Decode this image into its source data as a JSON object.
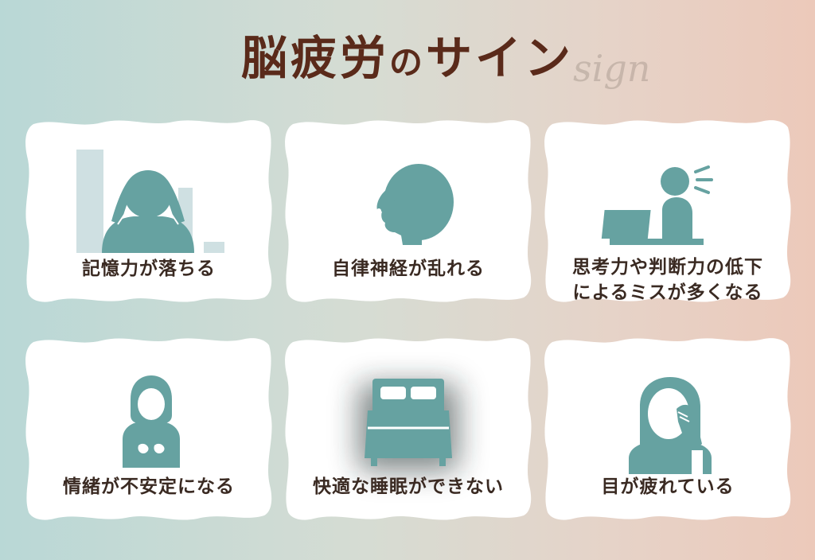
{
  "title": {
    "main_a": "脳疲労",
    "no": "の",
    "main_b": "サイン",
    "script": "sign"
  },
  "colors": {
    "title": "#5a2a1a",
    "icon": "#66a2a1",
    "card": "#ffffff",
    "text": "#3a2a22"
  },
  "cards": [
    {
      "label": "記憶力が落ちる",
      "icon": "head-holding-person-icon"
    },
    {
      "label": "自律神経が乱れる",
      "icon": "head-profile-icon"
    },
    {
      "label_lines": [
        "思考力や判断力の低下",
        "によるミスが多くなる"
      ],
      "icon": "person-at-laptop-icon"
    },
    {
      "label": "情緒が不安定になる",
      "icon": "woman-hands-on-chest-icon"
    },
    {
      "label": "快適な睡眠ができない",
      "icon": "bed-icon"
    },
    {
      "label": "目が疲れている",
      "icon": "woman-rubbing-eyes-icon"
    }
  ]
}
